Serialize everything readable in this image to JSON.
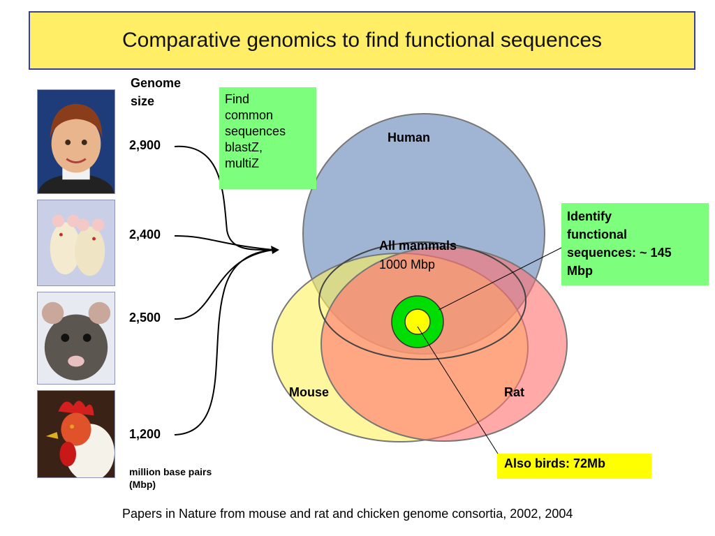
{
  "title": "Comparative genomics to find functional sequences",
  "genome_size_label": [
    "Genome",
    "size"
  ],
  "species": [
    {
      "photo": "boy-photo",
      "size": "2,900"
    },
    {
      "photo": "white-mice-photo",
      "size": "2,400"
    },
    {
      "photo": "rat-photo",
      "size": "2,500"
    },
    {
      "photo": "rooster-photo",
      "size": "1,200"
    }
  ],
  "units_label": [
    "million base pairs",
    "(Mbp)"
  ],
  "find_box": [
    "Find",
    "common",
    "sequences",
    "blastZ,",
    "multiZ"
  ],
  "venn": {
    "human": "Human",
    "mouse": "Mouse",
    "rat": "Rat",
    "all_mammals": "All mammals",
    "all_mammals_size": "1000 Mbp",
    "colors": {
      "human": "#8fa8cc",
      "mouse": "#fff25c",
      "rat": "#ff6f6f",
      "core_ring": "#00dd00",
      "core_center": "#ffff00"
    }
  },
  "identify_box": [
    "Identify",
    "functional",
    "sequences: ~ 145",
    "Mbp"
  ],
  "birds_box": "Also birds: 72Mb",
  "footer": "Papers in Nature from mouse and rat and chicken genome consortia, 2002, 2004"
}
